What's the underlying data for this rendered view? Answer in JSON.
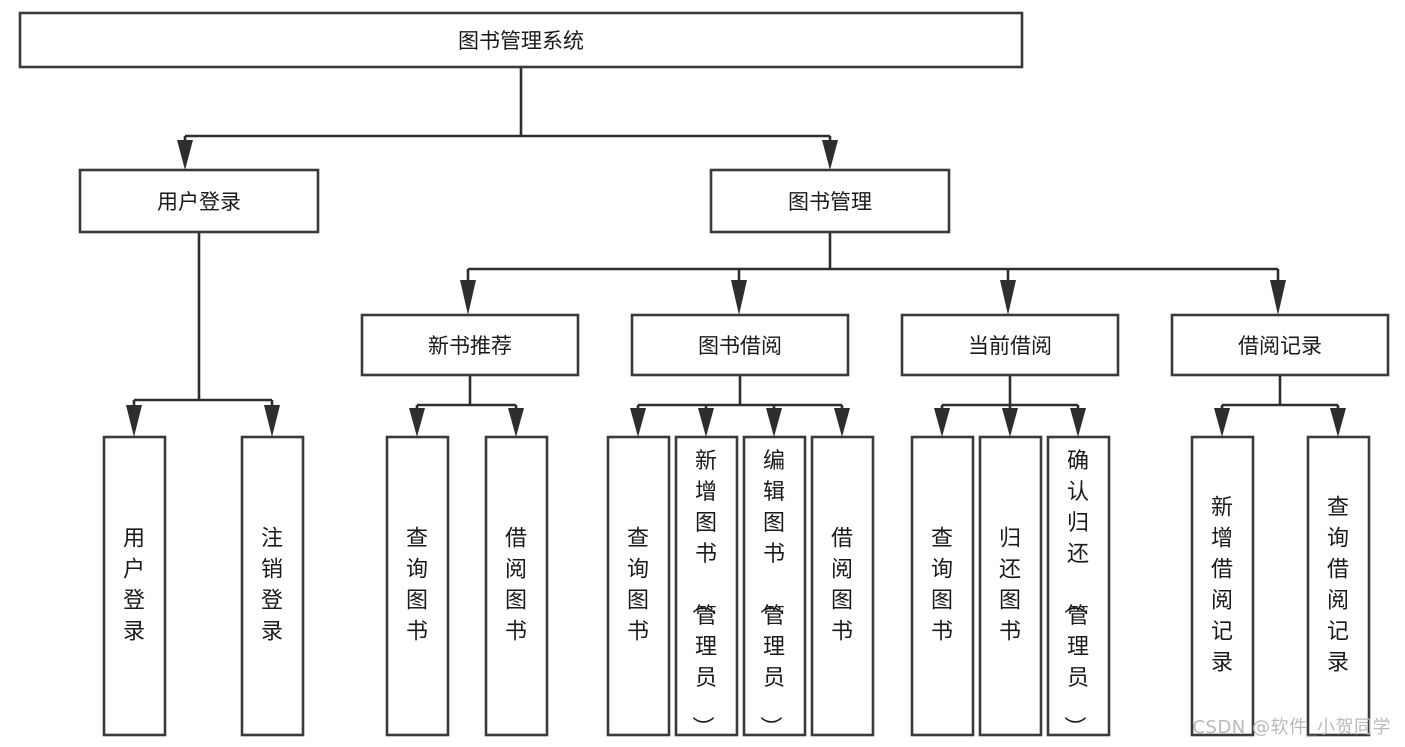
{
  "diagram": {
    "type": "tree",
    "orientation": "top-down",
    "title": "图书管理系统",
    "watermark": "CSDN @软件_小贺同学",
    "colors": {
      "box_stroke": "#3a3a3a",
      "box_fill": "#ffffff",
      "edge": "#2e2e2e",
      "text": "#1a1a1a",
      "watermark": "#b9b9b9",
      "background": "#ffffff"
    },
    "levels": {
      "root": {
        "label": "图书管理系统"
      },
      "level2": [
        {
          "label": "用户登录"
        },
        {
          "label": "图书管理"
        }
      ],
      "level3": [
        {
          "label": "新书推荐"
        },
        {
          "label": "图书借阅"
        },
        {
          "label": "当前借阅"
        },
        {
          "label": "借阅记录"
        }
      ],
      "leaves": {
        "user_login": [
          {
            "label": "用户登录"
          },
          {
            "label": "注销登录"
          }
        ],
        "new_book_recommend": [
          {
            "label": "查询图书"
          },
          {
            "label": "借阅图书"
          }
        ],
        "book_borrow": [
          {
            "label": "查询图书"
          },
          {
            "label": "新增图书（管理员）"
          },
          {
            "label": "编辑图书（管理员）"
          },
          {
            "label": "借阅图书"
          }
        ],
        "current_borrow": [
          {
            "label": "查询图书"
          },
          {
            "label": "归还图书"
          },
          {
            "label": "确认归还（管理员）"
          }
        ],
        "borrow_record": [
          {
            "label": "新增借阅记录"
          },
          {
            "label": "查询借阅记录"
          }
        ]
      }
    }
  }
}
